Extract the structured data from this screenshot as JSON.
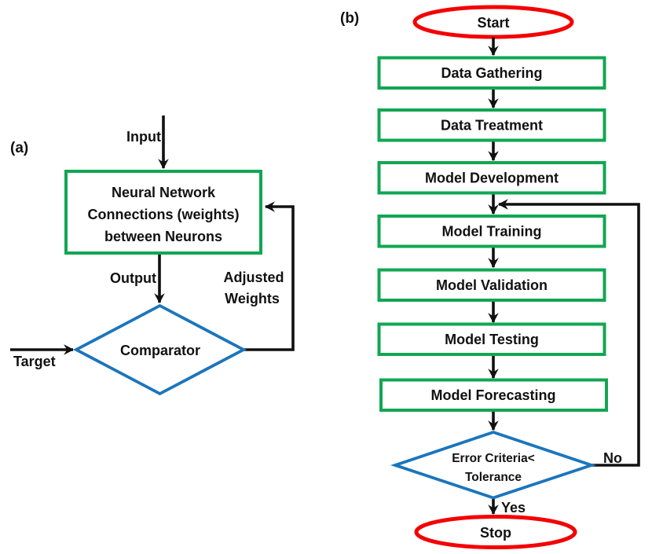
{
  "colors": {
    "green": "#12a653",
    "blue": "#1b75bc",
    "red": "#f40000",
    "line": "#111111"
  },
  "panel_a": {
    "label": "(a)",
    "input_label": "Input",
    "output_label": "Output",
    "target_label": "Target",
    "adjusted_line1": "Adjusted",
    "adjusted_line2": "Weights",
    "network_box_line1": "Neural Network",
    "network_box_line2": "Connections (weights)",
    "network_box_line3": "between Neurons",
    "comparator_label": "Comparator"
  },
  "panel_b": {
    "label": "(b)",
    "start_label": "Start",
    "steps": [
      "Data Gathering",
      "Data Treatment",
      "Model Development",
      "Model Training",
      "Model Validation",
      "Model Testing",
      "Model Forecasting"
    ],
    "decision_line1": "Error Criteria<",
    "decision_line2": "Tolerance",
    "no_label": "No",
    "yes_label": "Yes",
    "stop_label": "Stop"
  }
}
